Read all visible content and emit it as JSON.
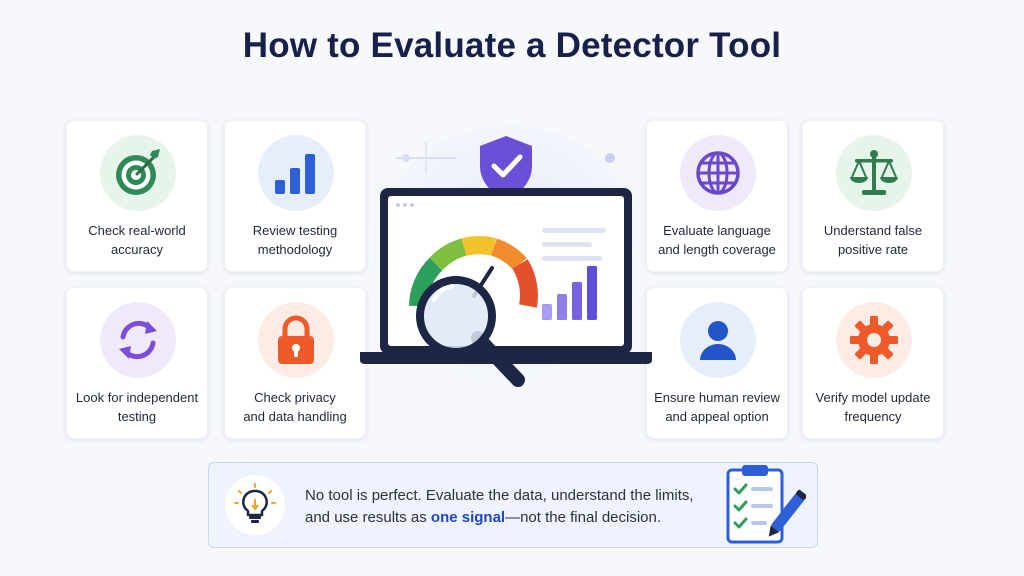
{
  "title": "How to Evaluate a Detector Tool",
  "cards": [
    {
      "label": "Check real-world\naccuracy",
      "icon": "target-icon",
      "bg": "#e6f4ea",
      "color": "#2e8b57"
    },
    {
      "label": "Review testing\nmethodology",
      "icon": "bar-chart-icon",
      "bg": "#e7eefb",
      "color": "#2f5fd6"
    },
    {
      "label": "Look for independent\ntesting",
      "icon": "refresh-icon",
      "bg": "#efe9fa",
      "color": "#7c4ddb"
    },
    {
      "label": "Check privacy\nand data handling",
      "icon": "lock-icon",
      "bg": "#fdece6",
      "color": "#ef5a2a"
    },
    {
      "label": "Evaluate language\nand length coverage",
      "icon": "globe-icon",
      "bg": "#efe9fa",
      "color": "#6a48c9"
    },
    {
      "label": "Understand false\npositive rate",
      "icon": "scales-icon",
      "bg": "#e6f4ea",
      "color": "#2e7d4f"
    },
    {
      "label": "Ensure human review\nand appeal option",
      "icon": "user-icon",
      "bg": "#e7eefb",
      "color": "#2455c8"
    },
    {
      "label": "Verify model update\nfrequency",
      "icon": "gear-icon",
      "bg": "#fdece6",
      "color": "#ef5a2a"
    }
  ],
  "note": {
    "text_1": "No tool is perfect. Evaluate the data, understand the limits,",
    "text_2": "and use results as ",
    "highlight": "one signal",
    "text_3": "—not the final decision."
  },
  "colors": {
    "title": "#17204a",
    "accent_blue": "#1e47c9",
    "shield": "#6b4fd6",
    "laptop_frame": "#1e2645"
  }
}
